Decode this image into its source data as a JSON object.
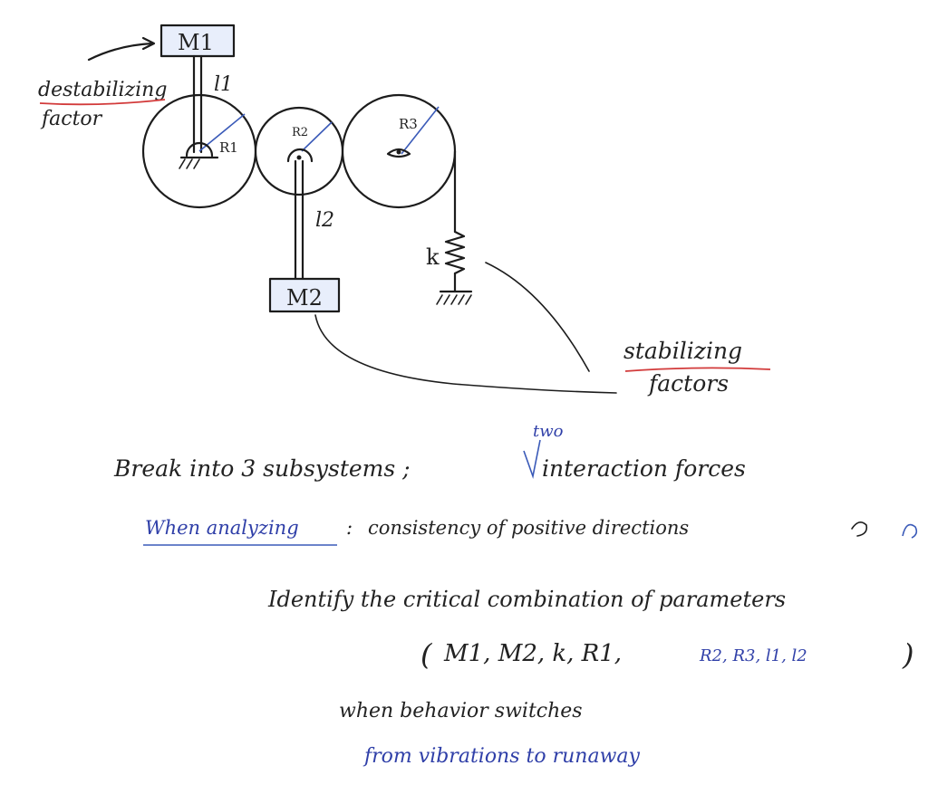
{
  "diagram": {
    "labels": {
      "m1": "M1",
      "m2": "M2",
      "l1": "l1",
      "l2": "l2",
      "r1": "R1",
      "r2": "R2",
      "r3": "R3",
      "k": "k"
    },
    "annotations": {
      "destabilizing_line1": "destabilizing",
      "destabilizing_line2": "factor",
      "stabilizing_line1": "stabilizing",
      "stabilizing_line2": "factors"
    }
  },
  "notes": {
    "line1": "Break into 3 subsystems ;",
    "line1_insert": "two",
    "line1_rest": "interaction forces",
    "line2_label": "When analyzing",
    "line2_colon": ":",
    "line2_rest": "consistency of positive directions",
    "line3": "Identify the critical combination of parameters",
    "line4_open": "(",
    "line4_black": "M1, M2, k, R1,",
    "line4_blue": "R2, R3, l1, l2",
    "line4_close": ")",
    "line5": "when behavior switches",
    "line6": "from vibrations to runaway"
  },
  "colors": {
    "ink": "#222222",
    "blue_ink": "#2f3fa8",
    "red_underline": "#d23a3a",
    "mass_fill": "#e8eefb"
  }
}
